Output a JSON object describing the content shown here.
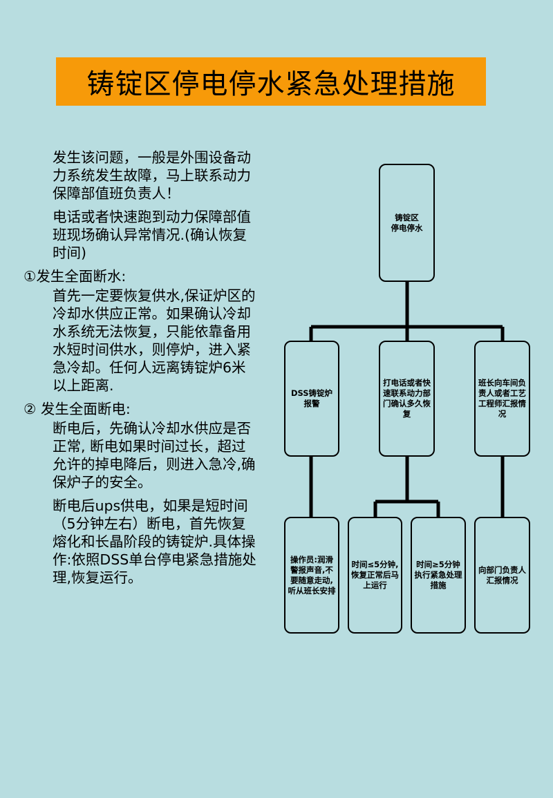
{
  "title": "铸锭区停电停水紧急处理措施",
  "text": {
    "p1": "发生该问题，一般是外围设备动力系统发生故障，马上联系动力保障部值班负责人！",
    "p2": "电话或者快速跑到动力保障部值班现场确认异常情况.(确认恢复时间)",
    "h1": "①发生全面断水:",
    "p3": "首先一定要恢复供水,保证炉区的冷却水供应正常。如果确认冷却水系统无法恢复，只能依靠备用水短时间供水，则停炉，进入紧急冷却。任何人远离铸锭炉6米以上距离.",
    "h2": "② 发生全面断电:",
    "p4": "断电后，先确认冷却水供应是否正常, 断电如果时间过长，超过允许的掉电降后，则进入急冷,确保炉子的安全。",
    "p5": "断电后ups供电，如果是短时间（5分钟左右）断电，首先恢复熔化和长晶阶段的铸锭炉.具体操作:依照DSS单台停电紧急措施处理,恢复运行。"
  },
  "flow": {
    "root": "铸锭区\n停电停水",
    "mid_left": "DSS铸锭炉\n报警",
    "mid_center": "打电话或者快速联系动力部门确认多久恢复",
    "mid_right": "班长向车间负责人或者工艺工程师汇报情况",
    "bottom_1": "操作员:润滑警报声音,不要随意走动,听从班长安排",
    "bottom_2": "时间≤5分钟,恢复正常后马上运行",
    "bottom_3": "时间≥5分钟执行紧急处理措施",
    "bottom_4": "向部门负责人汇报情况"
  }
}
